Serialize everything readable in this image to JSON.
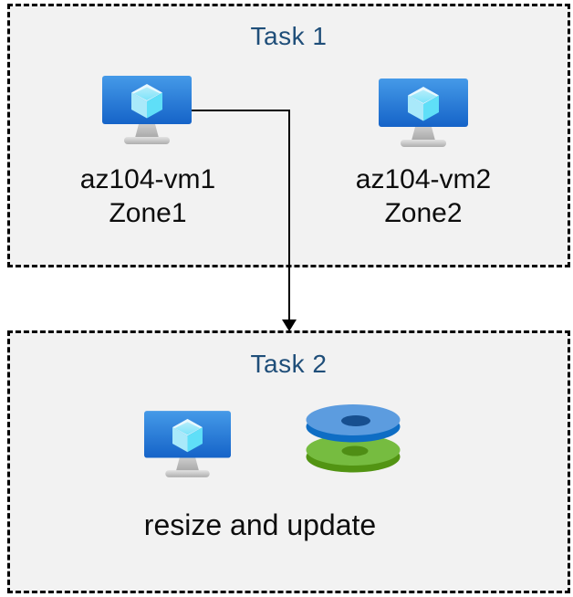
{
  "diagram": {
    "background_color": "#ffffff",
    "panel_background": "#f2f2f2",
    "panel_border_color": "#000000",
    "title_color": "#1f4e79",
    "label_color": "#0d0d0d"
  },
  "task1": {
    "title": "Task 1",
    "vms": [
      {
        "name": "az104-vm1",
        "zone": "Zone1",
        "icon": "virtual-machine-icon"
      },
      {
        "name": "az104-vm2",
        "zone": "Zone2",
        "icon": "virtual-machine-icon"
      }
    ]
  },
  "connector": {
    "type": "elbow-arrow-down",
    "from": "az104-vm1",
    "to": "Task 2"
  },
  "task2": {
    "title": "Task 2",
    "caption": "resize and update",
    "icons": [
      "virtual-machine-icon",
      "disks-icon"
    ]
  },
  "icon_colors": {
    "vm_screen_top": "#459ae8",
    "vm_screen_bottom": "#1563c8",
    "vm_cube_top": "#e8f8fe",
    "vm_cube_left": "#a9e9fa",
    "vm_cube_right": "#5fdff8",
    "vm_stand_gray": "#b8b8b8",
    "disk_blue_top": "#5c9cdf",
    "disk_blue_side": "#0e6dc4",
    "disk_blue_hole": "#174f8f",
    "disk_green_top": "#76bc40",
    "disk_green_side": "#529413",
    "disk_green_hole": "#4f8e15",
    "arrow_color": "#000000"
  }
}
